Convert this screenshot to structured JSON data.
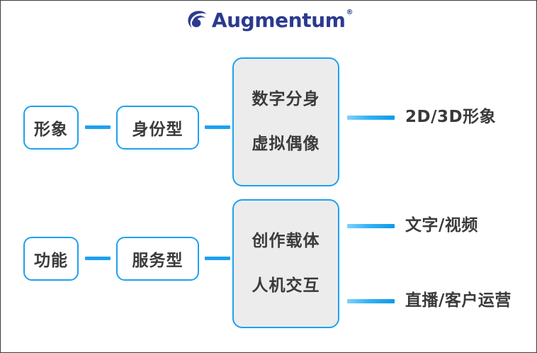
{
  "brand": {
    "name": "Augmentum",
    "registered_mark": "®",
    "logo_color": "#2b3a8f",
    "icon": "spiral-swirl-icon"
  },
  "theme": {
    "accent_blue": "#1da1f0",
    "panel_gray": "#ececec",
    "text_dark": "#3a3a3a",
    "frame_border": "#3d3d3d",
    "background": "#ffffff"
  },
  "diagram": {
    "type": "hierarchy-tree",
    "branches": [
      {
        "id": "image-branch",
        "level1": "形象",
        "level2": "身份型",
        "level3": [
          "数字分身",
          "虚拟偶像"
        ],
        "level4": [
          "2D/3D形象"
        ]
      },
      {
        "id": "function-branch",
        "level1": "功能",
        "level2": "服务型",
        "level3": [
          "创作载体",
          "人机交互"
        ],
        "level4": [
          "文字/视频",
          "直播/客户运营"
        ]
      }
    ]
  }
}
